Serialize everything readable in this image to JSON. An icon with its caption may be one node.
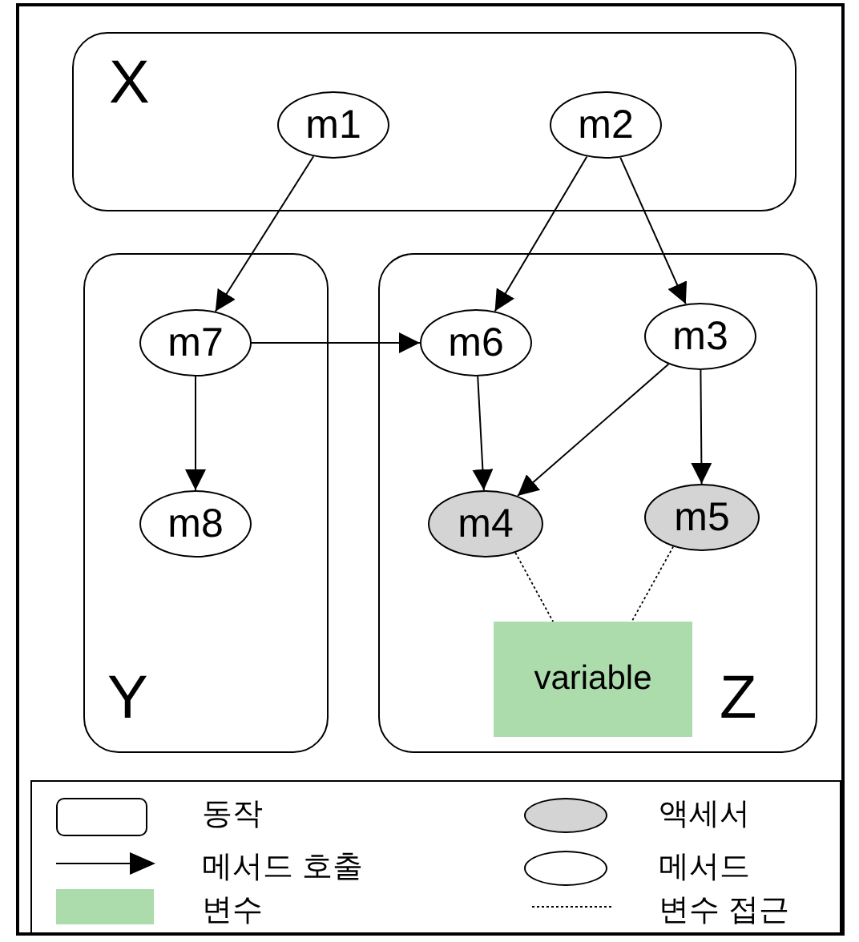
{
  "diagram": {
    "nodes": [
      {
        "text": [
          "X"
        ]
      },
      {
        "text": [
          "m1"
        ],
        "in": 0
      },
      {
        "text": [
          "m2"
        ],
        "in": 0
      },
      {
        "text": [
          "Y"
        ]
      },
      {
        "text": [
          "m7"
        ],
        "in": 3
      },
      {
        "text": [
          "m8"
        ],
        "in": 3
      },
      {
        "text": [
          "Z"
        ]
      },
      {
        "text": [
          "m6"
        ],
        "in": 6
      },
      {
        "text": [
          "m3"
        ],
        "in": 6
      },
      {
        "text": [
          "m4"
        ],
        "in": 6
      },
      {
        "text": [
          "m5"
        ],
        "in": 6
      },
      {
        "text": [
          "variable"
        ],
        "in": 6
      }
    ],
    "edges": [
      {
        "from": 1,
        "to": 4,
        "arrow": "to"
      },
      {
        "from": 2,
        "to": 7,
        "arrow": "to"
      },
      {
        "from": 2,
        "to": 8,
        "arrow": "to"
      },
      {
        "from": 4,
        "to": 7,
        "arrow": "to"
      },
      {
        "from": 4,
        "to": 5,
        "arrow": "to"
      },
      {
        "from": 7,
        "to": 9,
        "arrow": "to"
      },
      {
        "from": 8,
        "to": 9,
        "arrow": "to"
      },
      {
        "from": 8,
        "to": 10,
        "arrow": "to"
      },
      {
        "from": 9,
        "to": 11,
        "arrow": "none",
        "style": "dashed"
      },
      {
        "from": 10,
        "to": 11,
        "arrow": "none",
        "style": "dashed"
      }
    ],
    "legend": [
      {
        "text": "동작"
      },
      {
        "text": "액세서"
      },
      {
        "text": "메서드 호출"
      },
      {
        "text": "메서드"
      },
      {
        "text": "변수",
        "color": "#acdcac"
      },
      {
        "text": "변수 접근"
      }
    ]
  }
}
